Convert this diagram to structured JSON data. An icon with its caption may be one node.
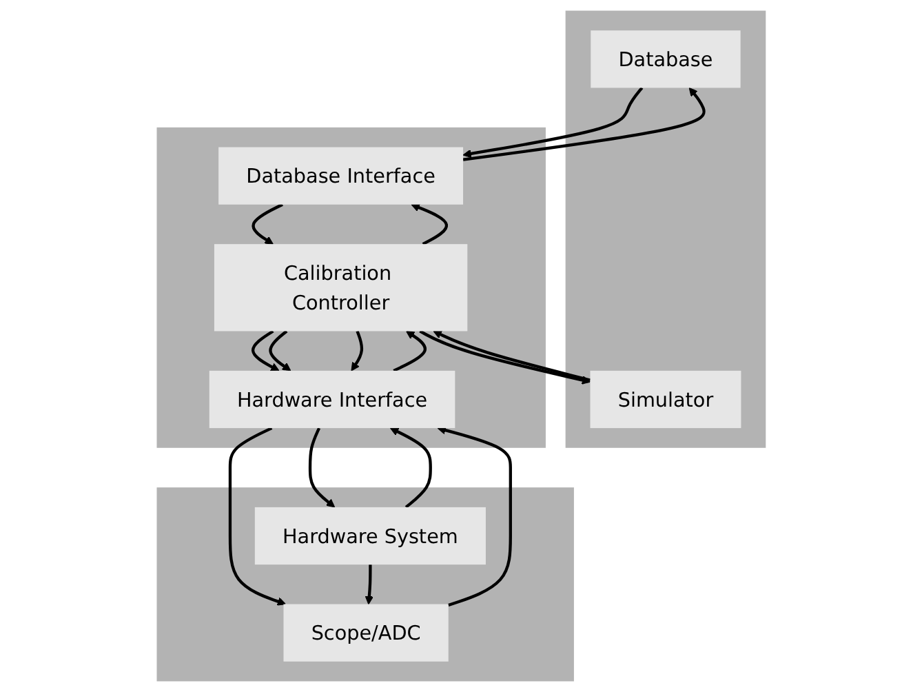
{
  "diagram": {
    "nodes": [
      {
        "text": [],
        "shape": "band"
      },
      {
        "text": [
          "Database"
        ],
        "in": 0
      },
      {
        "text": [
          "Simulator"
        ],
        "in": 0
      },
      {
        "text": [],
        "shape": "band"
      },
      {
        "text": [
          "Database Interface"
        ],
        "in": 3
      },
      {
        "text": [
          "Calibration Controller"
        ],
        "in": 3
      },
      {
        "text": [
          "Hardware Interface"
        ],
        "in": 3
      },
      {
        "text": [],
        "shape": "band"
      },
      {
        "text": [
          "Scope/ADC"
        ],
        "in": 7
      },
      {
        "text": [
          "Hardware System"
        ],
        "in": 7
      }
    ],
    "edges": [
      {
        "from": 1,
        "to": 4,
        "arrow": "to"
      },
      {
        "from": 4,
        "to": 1,
        "arrow": "to"
      },
      {
        "from": 2,
        "to": 5,
        "arrow": "to"
      },
      {
        "from": 5,
        "to": 2,
        "arrow": "to"
      },
      {
        "from": 5,
        "to": 6,
        "arrow": "to"
      },
      {
        "from": 5,
        "to": 6,
        "arrow": "to"
      },
      {
        "from": 5,
        "to": 6,
        "arrow": "to"
      },
      {
        "from": 6,
        "to": 5,
        "arrow": "to"
      },
      {
        "from": 6,
        "to": 8,
        "arrow": "to"
      },
      {
        "from": 8,
        "to": 6,
        "arrow": "to"
      },
      {
        "from": 6,
        "to": 9,
        "arrow": "to"
      },
      {
        "from": 9,
        "to": 6,
        "arrow": "to"
      },
      {
        "from": 4,
        "to": 5,
        "arrow": "to"
      },
      {
        "from": 5,
        "to": 4,
        "arrow": "to"
      },
      {
        "from": 9,
        "to": 8,
        "arrow": "to"
      }
    ]
  }
}
